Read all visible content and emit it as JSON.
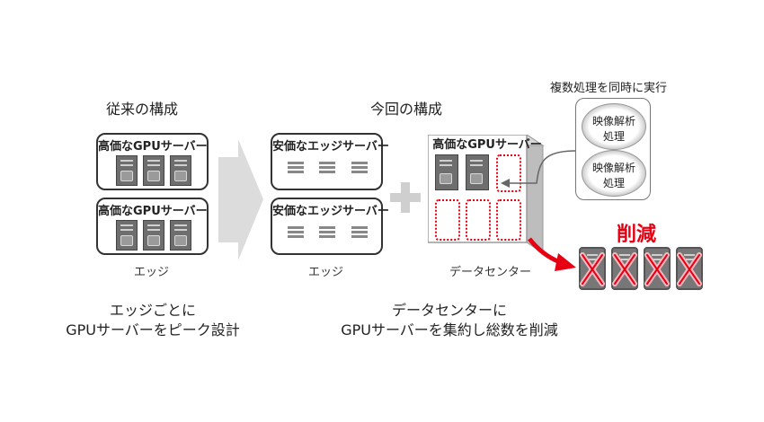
{
  "left": {
    "heading": "従来の構成",
    "boxes": [
      {
        "label": "高価なGPUサーバー"
      },
      {
        "label": "高価なGPUサーバー"
      }
    ],
    "caption": "エッジ",
    "bottom_line1": "エッジごとに",
    "bottom_line2": "GPUサーバーをピーク設計"
  },
  "right": {
    "heading": "今回の構成",
    "edge_boxes": [
      {
        "label": "安価なエッジサーバー"
      },
      {
        "label": "安価なエッジサーバー"
      }
    ],
    "edge_caption": "エッジ",
    "datacenter_label": "高価なGPUサーバー",
    "datacenter_caption": "データセンター",
    "bottom_line1": "データセンターに",
    "bottom_line2": "GPUサーバーを集約し総数を削減"
  },
  "processing": {
    "title": "複数処理を同時に実行",
    "items": [
      {
        "line1": "映像解析",
        "line2": "処理"
      },
      {
        "line1": "映像解析",
        "line2": "処理"
      }
    ]
  },
  "reduction": {
    "label": "削減",
    "color": "#e60012"
  },
  "colors": {
    "accent_red": "#e60012",
    "server_gray": "#6e6e6e",
    "arrow_gray": "#dcdcdc"
  }
}
